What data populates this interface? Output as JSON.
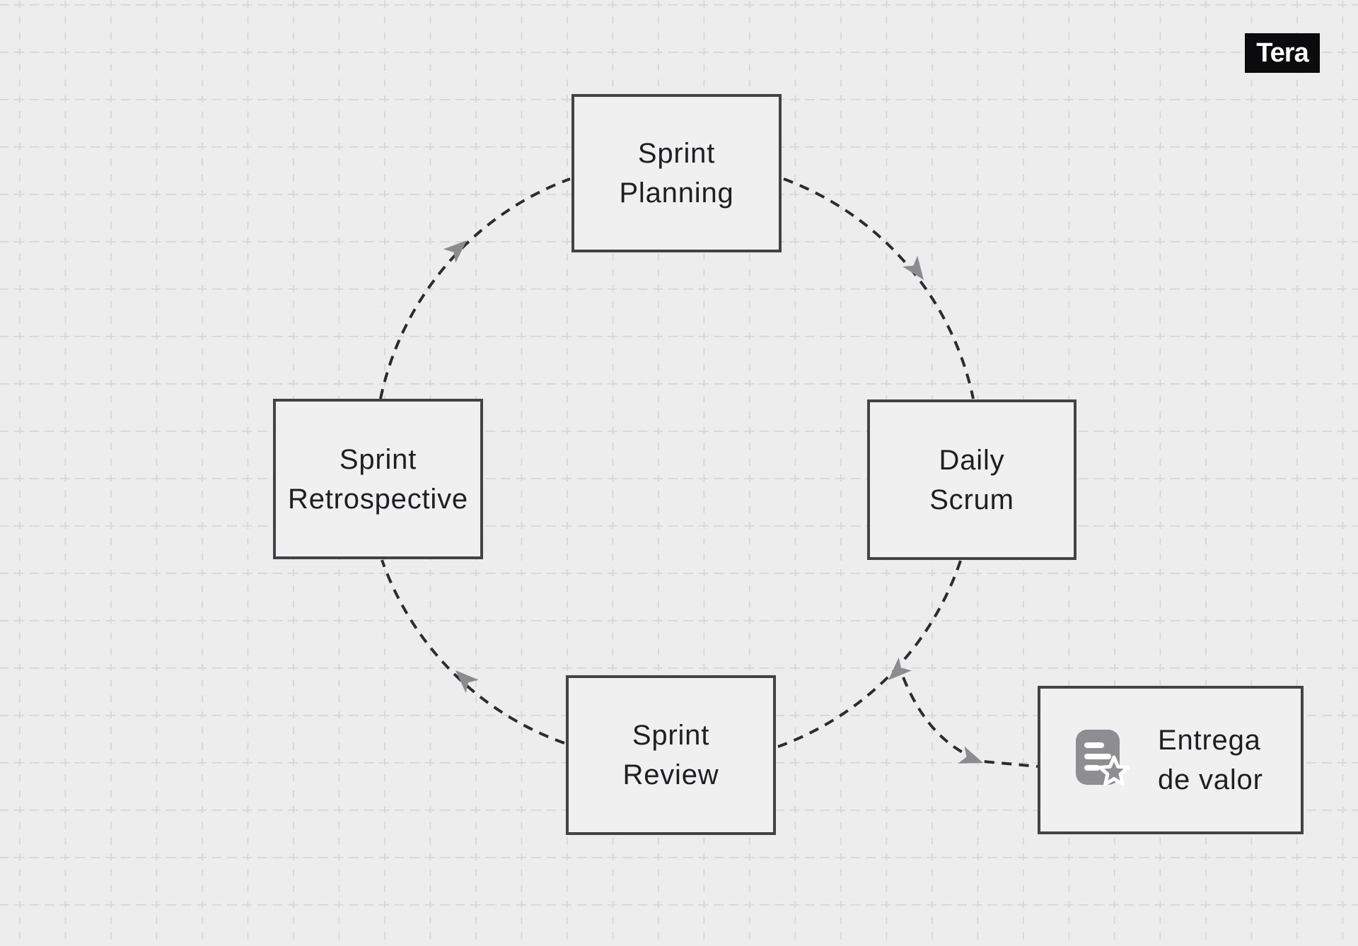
{
  "logo": {
    "text": "Tera"
  },
  "diagram": {
    "type": "cycle-flowchart",
    "nodes": [
      {
        "id": "sprint-planning",
        "lines": [
          "Sprint",
          "Planning"
        ]
      },
      {
        "id": "daily-scrum",
        "lines": [
          "Daily",
          "Scrum"
        ]
      },
      {
        "id": "sprint-review",
        "lines": [
          "Sprint",
          "Review"
        ]
      },
      {
        "id": "sprint-retrospective",
        "lines": [
          "Sprint",
          "Retrospective"
        ]
      },
      {
        "id": "entrega-de-valor",
        "lines": [
          "Entrega",
          "de valor"
        ],
        "icon": "document-star-icon"
      }
    ],
    "edges": [
      {
        "from": "sprint-retrospective",
        "to": "sprint-planning"
      },
      {
        "from": "sprint-planning",
        "to": "daily-scrum"
      },
      {
        "from": "daily-scrum",
        "to": "sprint-review"
      },
      {
        "from": "sprint-review",
        "to": "sprint-retrospective"
      },
      {
        "from": "daily-scrum",
        "to": "entrega-de-valor"
      }
    ],
    "colors": {
      "background": "#ededee",
      "grid_line": "#d6d6d9",
      "node_border": "#434345",
      "node_fill": "#f0f0f1",
      "text": "#1f1f21",
      "connector": "#2c2c2e",
      "arrowhead": "#8b8b90",
      "icon_gray": "#8d8d92",
      "icon_detail": "#ffffff",
      "logo_bg": "#0b0b0d",
      "logo_text": "#ffffff"
    }
  }
}
